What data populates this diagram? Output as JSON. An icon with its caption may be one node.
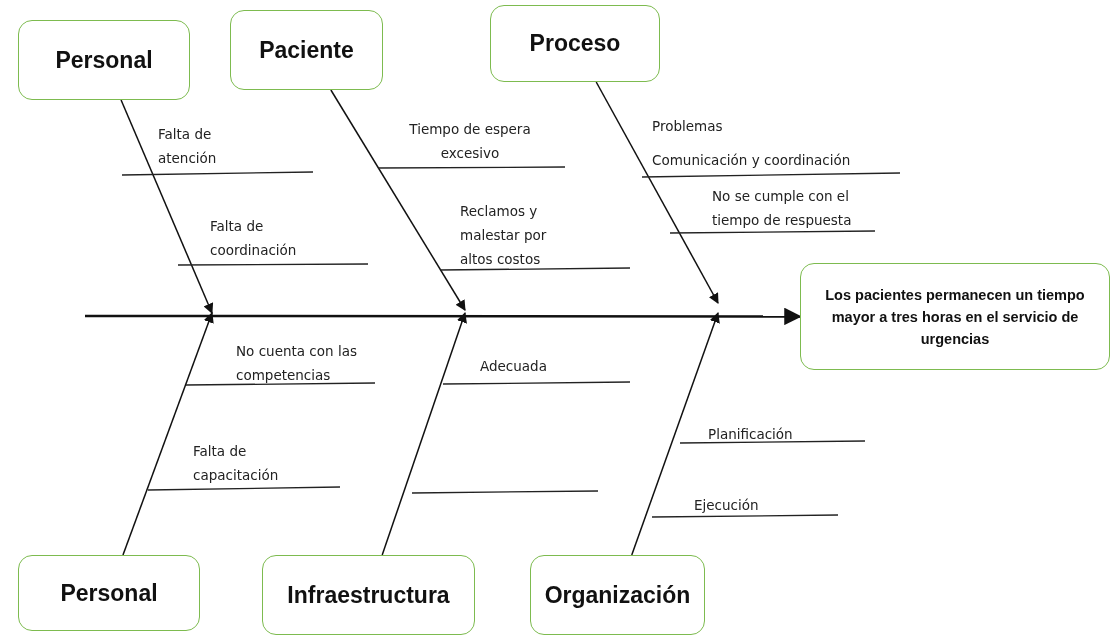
{
  "diagram": {
    "nodes": [
      {
        "text": [
          "Personal"
        ]
      },
      {
        "text": [
          "Paciente"
        ]
      },
      {
        "text": [
          "Proceso"
        ]
      },
      {
        "text": [
          "Los pacientes permanecen un tiempo mayor a tres horas en el servicio de urgencias"
        ]
      },
      {
        "text": [
          "Personal"
        ]
      },
      {
        "text": [
          "Infraestructura"
        ]
      },
      {
        "text": [
          "Organización"
        ]
      }
    ],
    "edges": [
      {
        "from": null,
        "to": 3,
        "arrow": "to"
      },
      {
        "from": 0,
        "to": null,
        "arrow": "to"
      },
      {
        "from": 1,
        "to": null,
        "arrow": "to"
      },
      {
        "from": 2,
        "to": null,
        "arrow": "to"
      },
      {
        "from": 4,
        "to": null,
        "arrow": "to"
      },
      {
        "from": 5,
        "to": null,
        "arrow": "to"
      },
      {
        "from": 6,
        "to": null,
        "arrow": "to"
      }
    ],
    "labels": [
      "Falta de atención",
      "Tiempo de espera excesivo",
      "Problemas",
      "Comunicación y coordinación",
      "No se cumple con el tiempo de respuesta",
      "Falta de coordinación",
      "Reclamos y malestar por altos costos",
      "No cuenta con las competencias",
      "Adecuada",
      "Planificación",
      "Falta de capacitación",
      "Ejecución"
    ]
  }
}
